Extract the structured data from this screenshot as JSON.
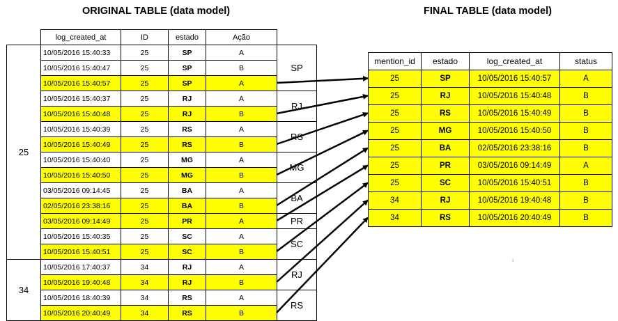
{
  "titles": {
    "original": "ORIGINAL TABLE (data model)",
    "final": "FINAL TABLE (data model)"
  },
  "original": {
    "headers": [
      "log_created_at",
      "ID",
      "estado",
      "Ação"
    ],
    "rows": [
      {
        "date": "10/05/2016 15:40:33",
        "id": "25",
        "estado": "SP",
        "acao": "A",
        "hl": false
      },
      {
        "date": "10/05/2016 15:40:47",
        "id": "25",
        "estado": "SP",
        "acao": "B",
        "hl": false
      },
      {
        "date": "10/05/2016 15:40:57",
        "id": "25",
        "estado": "SP",
        "acao": "A",
        "hl": true
      },
      {
        "date": "10/05/2016 15:40:37",
        "id": "25",
        "estado": "RJ",
        "acao": "A",
        "hl": false
      },
      {
        "date": "10/05/2016 15:40:48",
        "id": "25",
        "estado": "RJ",
        "acao": "B",
        "hl": true
      },
      {
        "date": "10/05/2016 15:40:39",
        "id": "25",
        "estado": "RS",
        "acao": "A",
        "hl": false
      },
      {
        "date": "10/05/2016 15:40:49",
        "id": "25",
        "estado": "RS",
        "acao": "B",
        "hl": true
      },
      {
        "date": "10/05/2016 15:40:40",
        "id": "25",
        "estado": "MG",
        "acao": "A",
        "hl": false
      },
      {
        "date": "10/05/2016 15:40:50",
        "id": "25",
        "estado": "MG",
        "acao": "B",
        "hl": true
      },
      {
        "date": "03/05/2016 09:14:45",
        "id": "25",
        "estado": "BA",
        "acao": "A",
        "hl": false
      },
      {
        "date": "02/05/2016 23:38:16",
        "id": "25",
        "estado": "BA",
        "acao": "B",
        "hl": true
      },
      {
        "date": "03/05/2016 09:14:49",
        "id": "25",
        "estado": "PR",
        "acao": "A",
        "hl": true
      },
      {
        "date": "10/05/2016 15:40:35",
        "id": "25",
        "estado": "SC",
        "acao": "A",
        "hl": false
      },
      {
        "date": "10/05/2016 15:40:51",
        "id": "25",
        "estado": "SC",
        "acao": "B",
        "hl": true
      },
      {
        "date": "10/05/2016 17:40:37",
        "id": "34",
        "estado": "RJ",
        "acao": "A",
        "hl": false
      },
      {
        "date": "10/05/2016 19:40:48",
        "id": "34",
        "estado": "RJ",
        "acao": "B",
        "hl": true
      },
      {
        "date": "10/05/2016 18:40:39",
        "id": "34",
        "estado": "RS",
        "acao": "A",
        "hl": false
      },
      {
        "date": "10/05/2016 20:40:49",
        "id": "34",
        "estado": "RS",
        "acao": "B",
        "hl": true
      }
    ],
    "id_groups": [
      {
        "label": "25",
        "rows": 14
      },
      {
        "label": "34",
        "rows": 4
      }
    ],
    "state_groups": [
      {
        "label": "SP",
        "rows": 3
      },
      {
        "label": "RJ",
        "rows": 2
      },
      {
        "label": "RS",
        "rows": 2
      },
      {
        "label": "MG",
        "rows": 2
      },
      {
        "label": "BA",
        "rows": 2
      },
      {
        "label": "PR",
        "rows": 1
      },
      {
        "label": "SC",
        "rows": 2
      },
      {
        "label": "RJ",
        "rows": 2
      },
      {
        "label": "RS",
        "rows": 2
      }
    ]
  },
  "final": {
    "headers": [
      "mention_id",
      "estado",
      "log_created_at",
      "status"
    ],
    "rows": [
      {
        "mention_id": "25",
        "estado": "SP",
        "date": "10/05/2016 15:40:57",
        "status": "A"
      },
      {
        "mention_id": "25",
        "estado": "RJ",
        "date": "10/05/2016 15:40:48",
        "status": "B"
      },
      {
        "mention_id": "25",
        "estado": "RS",
        "date": "10/05/2016 15:40:49",
        "status": "B"
      },
      {
        "mention_id": "25",
        "estado": "MG",
        "date": "10/05/2016 15:40:50",
        "status": "B"
      },
      {
        "mention_id": "25",
        "estado": "BA",
        "date": "02/05/2016 23:38:16",
        "status": "B"
      },
      {
        "mention_id": "25",
        "estado": "PR",
        "date": "03/05/2016 09:14:49",
        "status": "A"
      },
      {
        "mention_id": "25",
        "estado": "SC",
        "date": "10/05/2016 15:40:51",
        "status": "B"
      },
      {
        "mention_id": "34",
        "estado": "RJ",
        "date": "10/05/2016 19:40:48",
        "status": "B"
      },
      {
        "mention_id": "34",
        "estado": "RS",
        "date": "10/05/2016 20:40:49",
        "status": "B"
      }
    ]
  },
  "colors": {
    "highlight": "#ffff00",
    "border": "#000000"
  }
}
